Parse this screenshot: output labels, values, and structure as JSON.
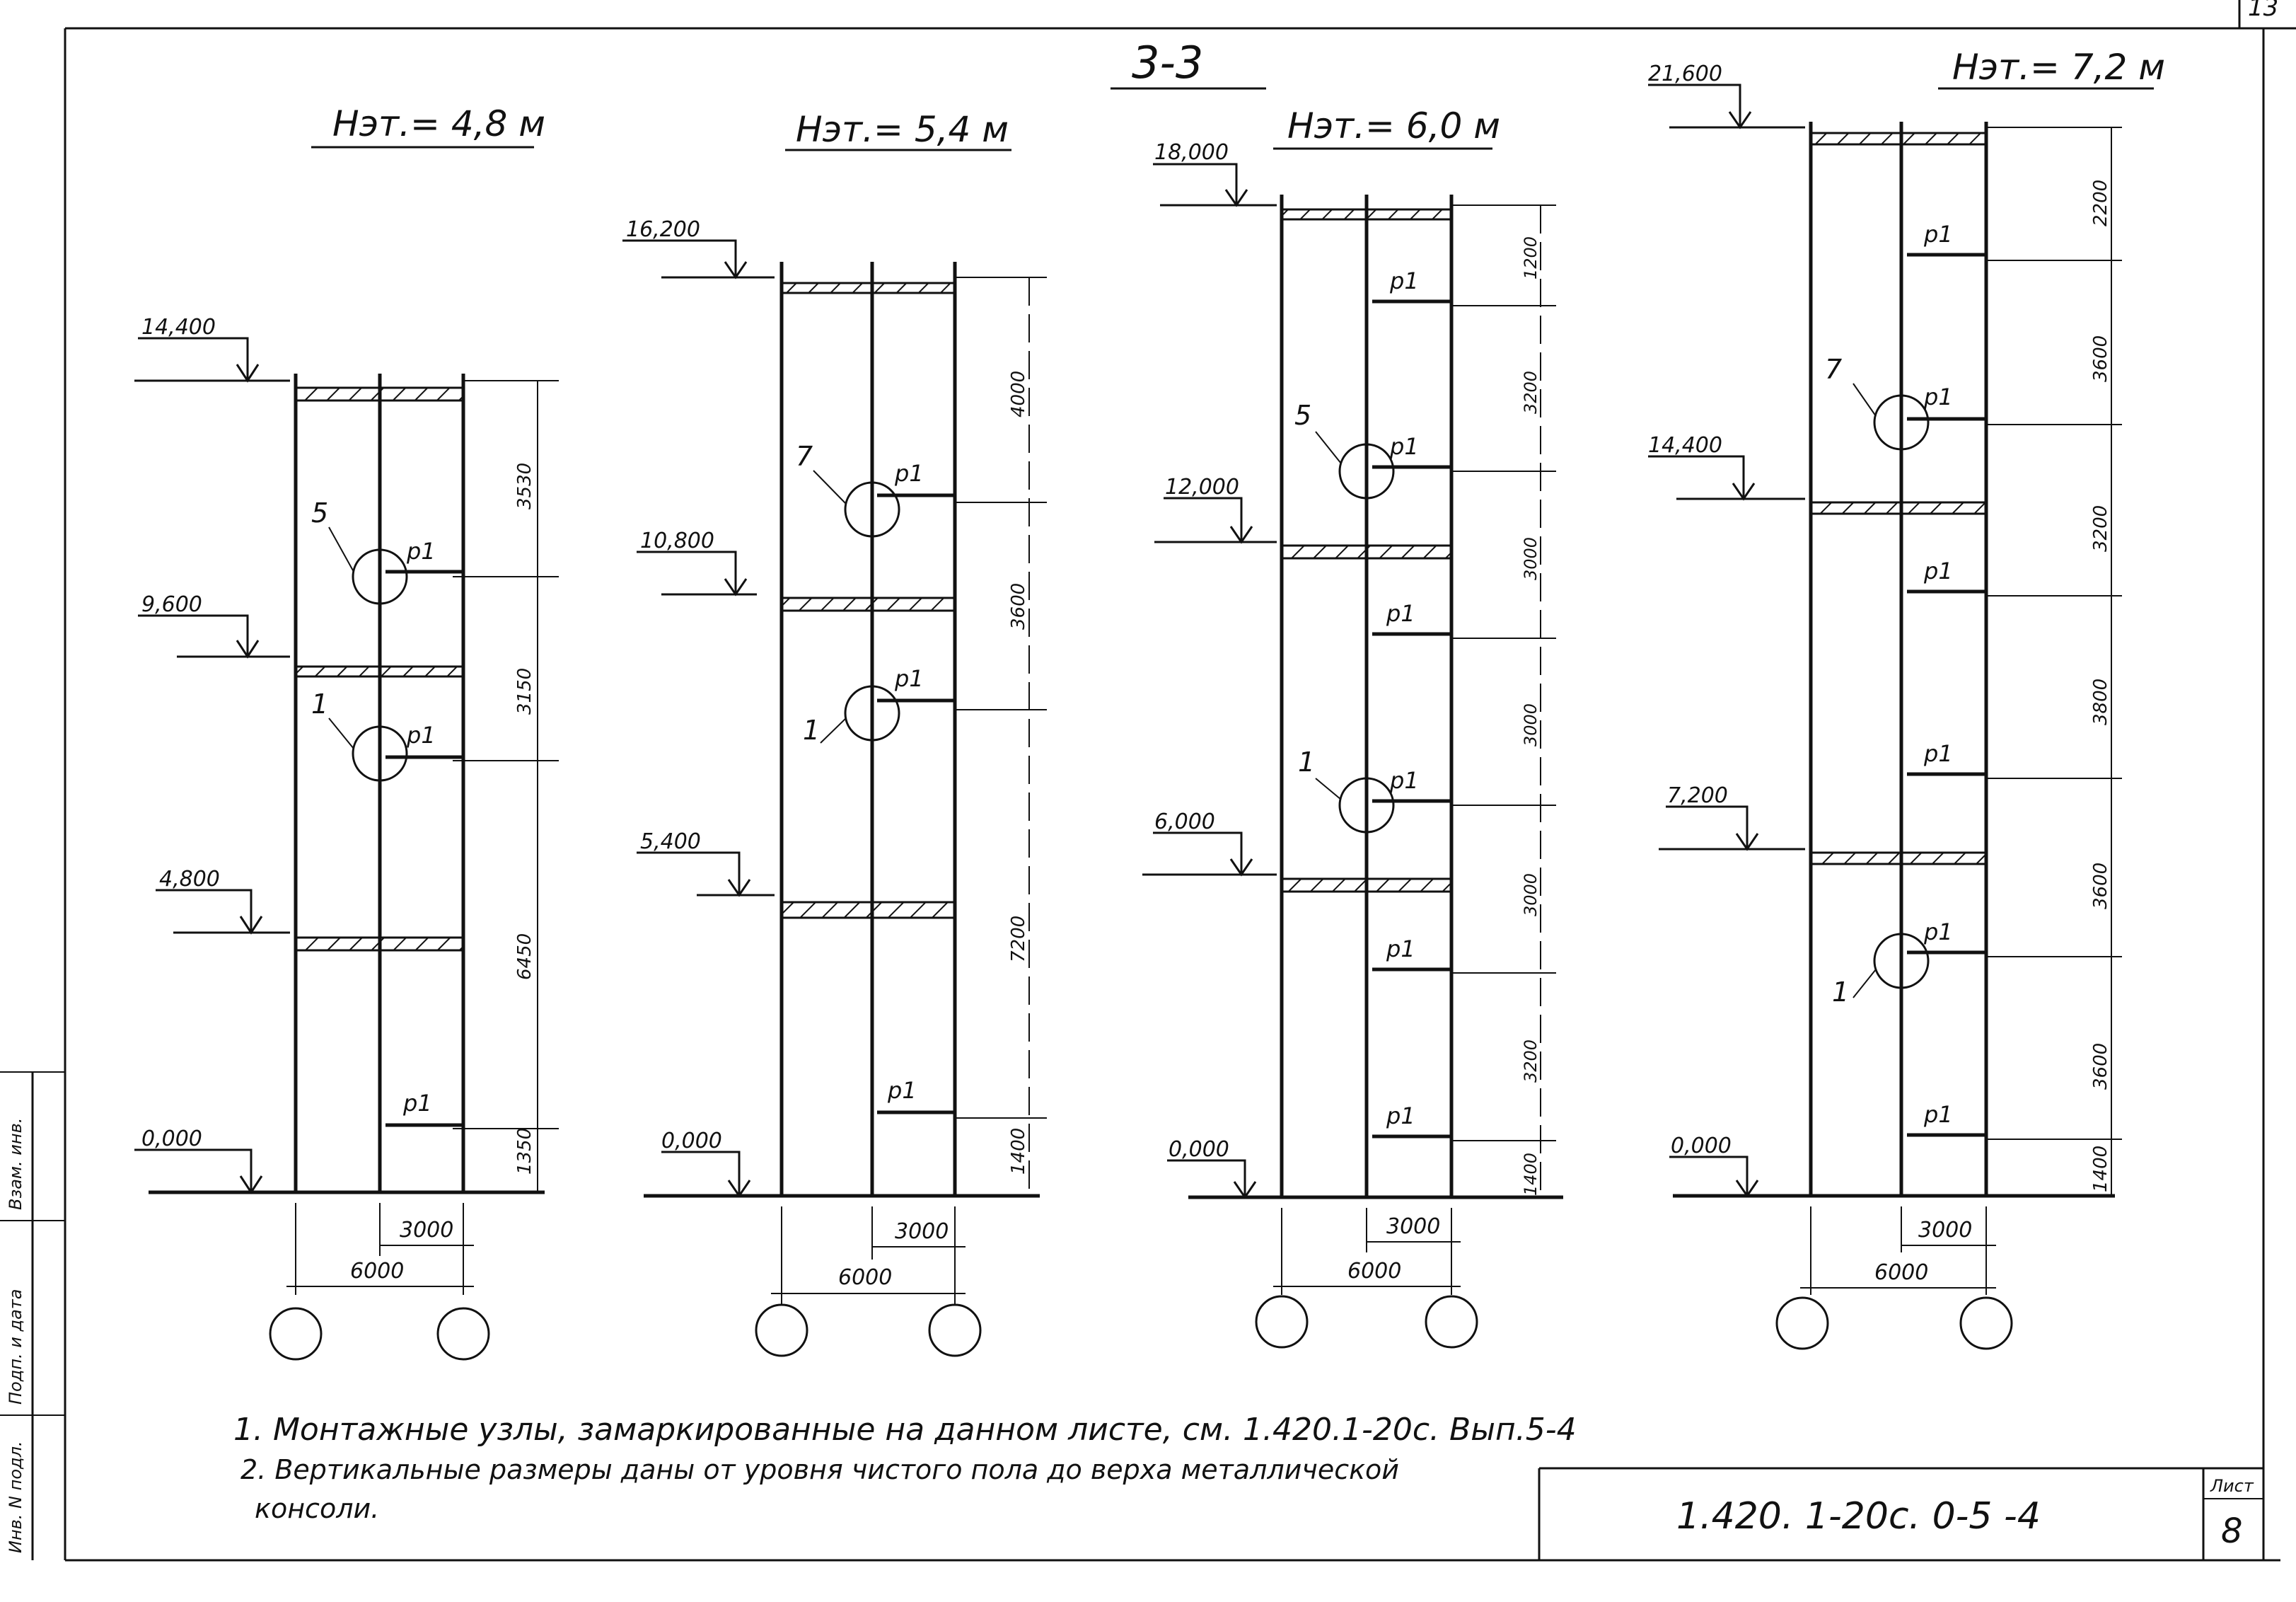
{
  "page": {
    "corner_number": "13",
    "section_title": "3-3",
    "sheet_code": "1.420. 1-20с. 0-5 -4",
    "sheet_label": "Лист",
    "sheet_number": "8"
  },
  "columns": [
    {
      "title": "Нэт.= 4,8 м",
      "levels": [
        "14,400",
        "9,600",
        "4,800",
        "0,000"
      ],
      "dims": [
        "3530",
        "3150",
        "6450",
        "1350"
      ],
      "spans": [
        "3000",
        "6000"
      ],
      "callouts": [
        "5",
        "1"
      ],
      "p_labels": [
        "р1",
        "р1",
        "р1"
      ]
    },
    {
      "title": "Нэт.= 5,4 м",
      "levels": [
        "16,200",
        "10,800",
        "5,400",
        "0,000"
      ],
      "dims": [
        "4000",
        "3600",
        "7200",
        "1400"
      ],
      "spans": [
        "3000",
        "6000"
      ],
      "callouts": [
        "7",
        "1"
      ],
      "p_labels": [
        "р1",
        "р1",
        "р1"
      ]
    },
    {
      "title": "Нэт.= 6,0 м",
      "levels": [
        "18,000",
        "12,000",
        "6,000",
        "0,000"
      ],
      "dims": [
        "1200",
        "3200",
        "3000",
        "3000",
        "3000",
        "3200",
        "1400"
      ],
      "spans": [
        "3000",
        "6000"
      ],
      "callouts": [
        "5",
        "1"
      ],
      "p_labels": [
        "р1",
        "р1",
        "р1",
        "р1",
        "р1",
        "р1"
      ]
    },
    {
      "title": "Нэт.= 7,2 м",
      "levels": [
        "21,600",
        "14,400",
        "7,200",
        "0,000"
      ],
      "dims": [
        "2200",
        "3600",
        "3200",
        "3800",
        "3600",
        "3600",
        "1400"
      ],
      "spans": [
        "3000",
        "6000"
      ],
      "callouts": [
        "7",
        "1"
      ],
      "p_labels": [
        "р1",
        "р1",
        "р1",
        "р1",
        "р1",
        "р1"
      ]
    }
  ],
  "notes": [
    "1. Монтажные узлы, замаркированные на данном листе, см. 1.420.1-20с. Вып.5-4",
    "2. Вертикальные размеры даны от уровня чистого пола до верха металлической",
    "консоли."
  ],
  "left_strip": [
    "Взам. инв.",
    "Подп. и дата",
    "Инв. N подл."
  ]
}
